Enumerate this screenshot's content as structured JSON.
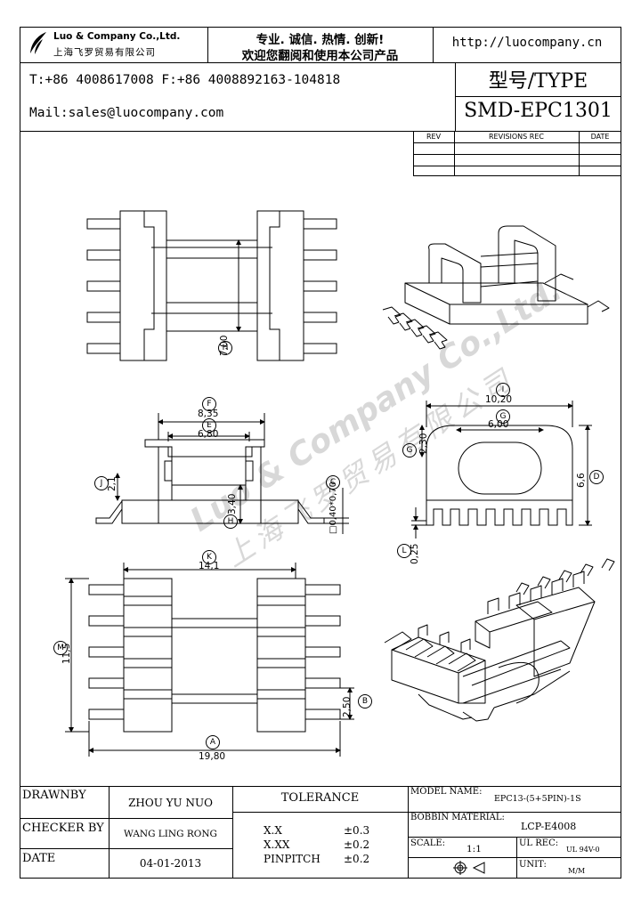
{
  "header": {
    "company_name": "Luo & Company Co.,Ltd.",
    "company_name_cn": "上海飞罗贸易有限公司",
    "slogan_line1": "专业. 诚信. 热情. 创新!",
    "slogan_line2": "欢迎您翻阅和使用本公司产品",
    "website": "http://luocompany.cn",
    "phone_fax": "T:+86 4008617008 F:+86 4008892163-104818",
    "mail": "Mail:sales@luocompany.com",
    "type_label": "型号/TYPE",
    "type_value": "SMD-EPC1301"
  },
  "revisions": {
    "col_rev": "REV",
    "col_rec": "REVISIONS REC",
    "col_date": "DATE"
  },
  "watermark": {
    "en": "Luo & Company Co.,Ltd.",
    "cn": "上海飞罗贸易有限公司"
  },
  "dimensions": {
    "H": {
      "label": "H",
      "value": "7,00"
    },
    "F": {
      "label": "F",
      "value": "8,35"
    },
    "E": {
      "label": "E",
      "value": "6,80"
    },
    "J": {
      "label": "J",
      "value": "2,1"
    },
    "C": {
      "label": "C",
      "value": "□0,40*0,70"
    },
    "H2": {
      "label": "H",
      "value": "3,40"
    },
    "I": {
      "label": "I",
      "value": "10,20"
    },
    "G": {
      "label": "G",
      "value": "6,00"
    },
    "G2": {
      "label": "G",
      "value": "2,30"
    },
    "D": {
      "label": "D",
      "value": "6,6"
    },
    "L": {
      "label": "L",
      "value": "0,25"
    },
    "K": {
      "label": "K",
      "value": "14,1"
    },
    "M": {
      "label": "M",
      "value": "11,5"
    },
    "B": {
      "label": "B",
      "value": "2,50"
    },
    "A": {
      "label": "A",
      "value": "19,80"
    }
  },
  "footer": {
    "drawnby_label": "DRAWNBY",
    "drawnby_value": "ZHOU YU NUO",
    "checker_label": "CHECKER BY",
    "checker_value": "WANG LING RONG",
    "date_label": "DATE",
    "date_value": "04-01-2013",
    "tolerance_label": "TOLERANCE",
    "tol_xx_label": "X.X",
    "tol_xx_value": "±0.3",
    "tol_xxx_label": "X.XX",
    "tol_xxx_value": "±0.2",
    "tol_pin_label": "PINPITCH",
    "tol_pin_value": "±0.2",
    "model_label": "MODEL NAME:",
    "model_value": "EPC13-(5+5PIN)-1S",
    "bobbin_label": "BOBBIN MATERIAL:",
    "bobbin_value": "LCP-E4008",
    "scale_label": "SCALE:",
    "scale_value": "1:1",
    "ulrec_label": "UL REC:",
    "ulrec_value": "UL 94V-0",
    "unit_label": "UNIT:",
    "unit_value": "M/M"
  }
}
